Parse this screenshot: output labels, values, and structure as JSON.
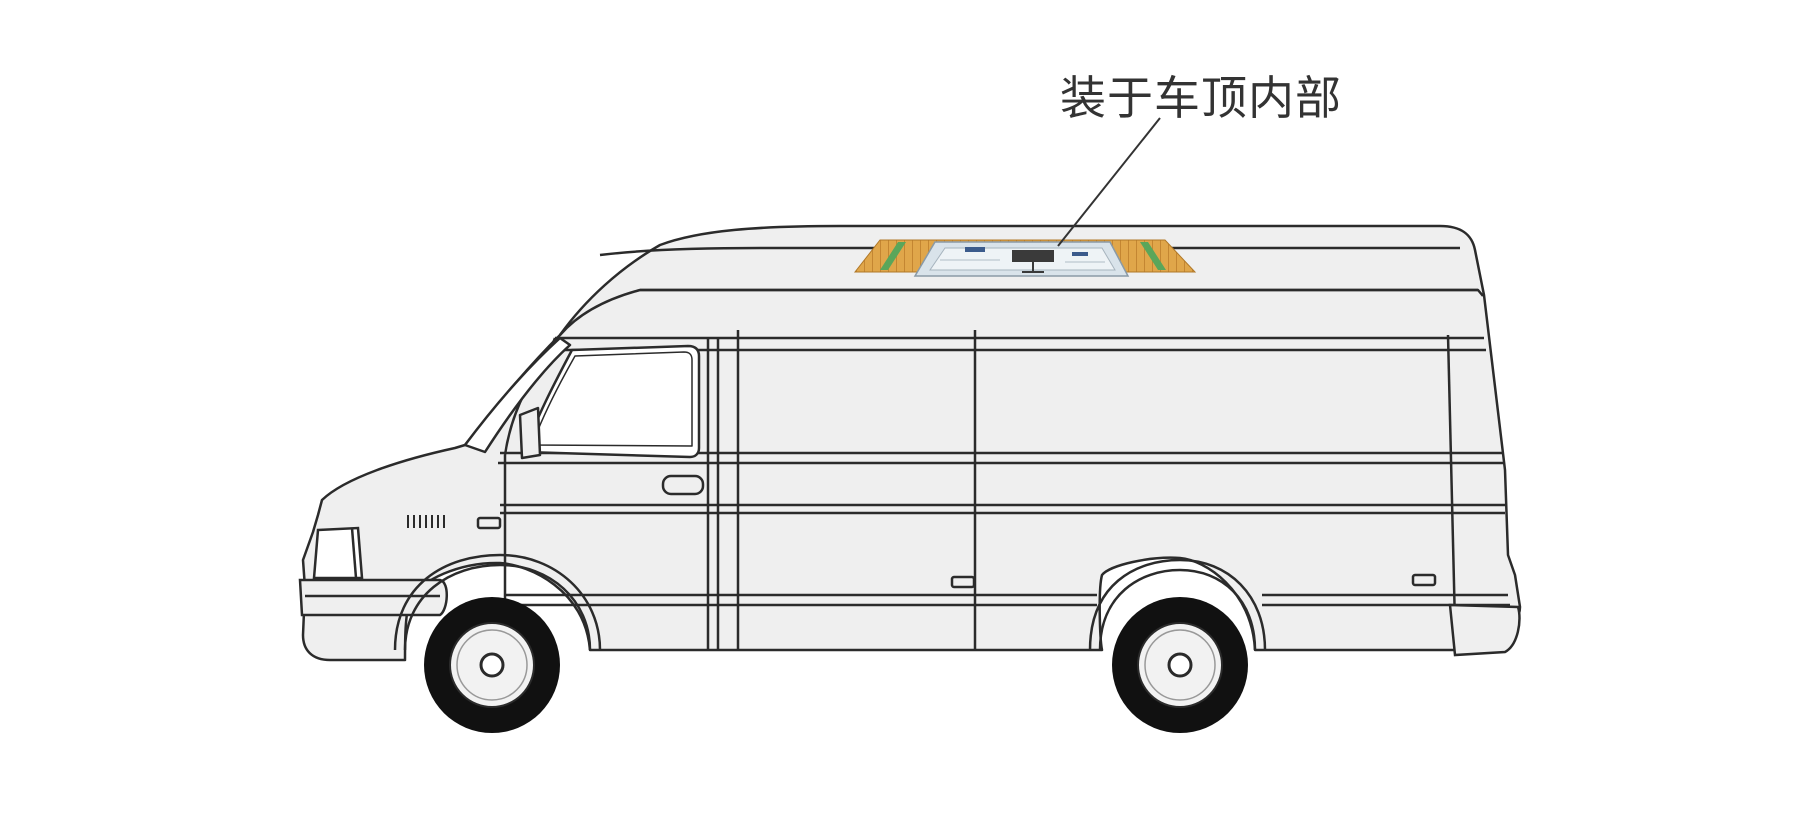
{
  "annotation": {
    "label": "装于车顶内部"
  },
  "colors": {
    "background": "#ffffff",
    "van_body": "#efefef",
    "outline": "#2b2b2b",
    "label_text": "#333333",
    "roof_mat": "#e0a64a",
    "roof_mat_stripe": "#c48632",
    "roof_green": "#5aa65a",
    "device_panel": "#d9e3ea",
    "device_dark": "#3a3a3a",
    "tire": "#111111",
    "hubcap": "#f2f2f2"
  },
  "icons": {
    "vehicle": "van-illustration",
    "device": "roof-mounted-unit"
  }
}
